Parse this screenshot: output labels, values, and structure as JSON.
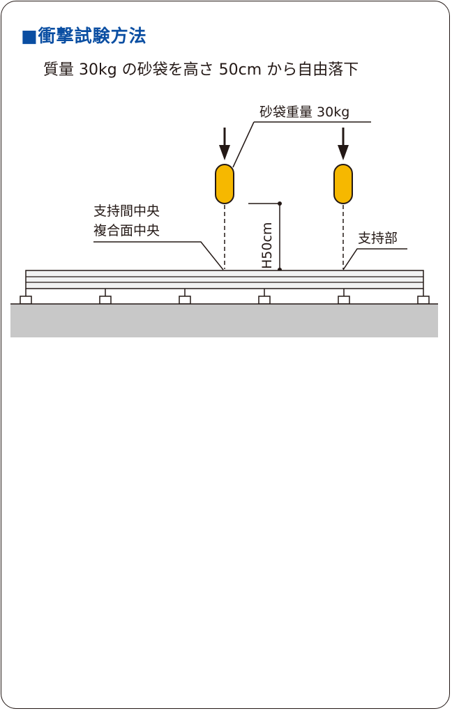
{
  "header": {
    "title": "■衝撃試験方法",
    "description": "質量 30kg の砂袋を高さ 50cm から自由落下"
  },
  "diagram": {
    "label_sandbag": "砂袋重量 30kg",
    "label_center_line1": "支持間中央",
    "label_center_line2": "複合面中央",
    "label_support": "支持部",
    "label_height": "H50cm",
    "colors": {
      "accent": "#0a4ea2",
      "sandbag_fill": "#f6b800",
      "floor": "#c8c8c8",
      "line": "#231815"
    }
  }
}
